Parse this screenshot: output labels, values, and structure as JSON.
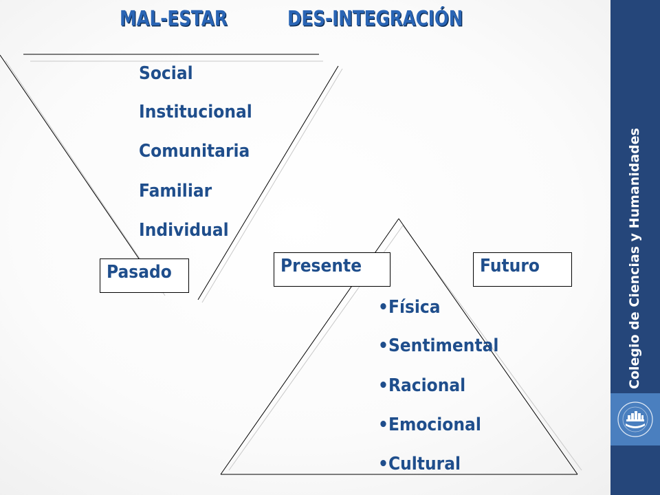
{
  "title": {
    "left": "MAL-ESTAR",
    "right": "DES-INTEGRACIÓN"
  },
  "inverted_triangle": {
    "items": [
      "Social",
      "Institucional",
      "Comunitaria",
      "Familiar",
      "Individual"
    ]
  },
  "upright_triangle": {
    "items": [
      "•Física",
      "•Sentimental",
      "•Racional",
      "•Emocional",
      "•Cultural"
    ]
  },
  "time_labels": {
    "past": "Pasado",
    "present": "Presente",
    "future": "Futuro"
  },
  "sidebar": {
    "label": "Colegio de Ciencias y Humanidades",
    "logo": "ccolegio-logo-icon"
  },
  "colors": {
    "title": "#2a65b5",
    "text": "#1f4e8c",
    "sidebar": "#25467a",
    "logo_bg": "#4a7fbf"
  }
}
